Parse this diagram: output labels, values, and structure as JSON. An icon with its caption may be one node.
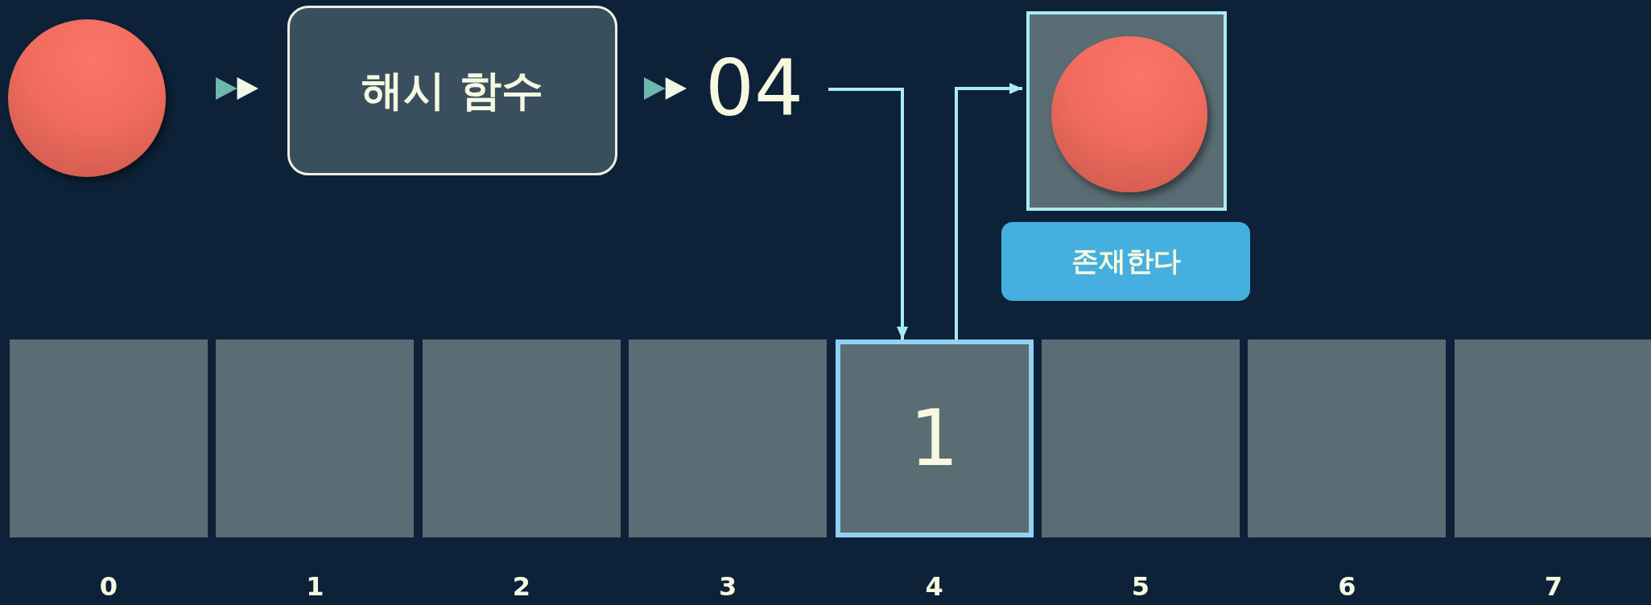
{
  "diagram": {
    "nodes": [
      {
        "text": [],
        "shape": "circle"
      },
      {
        "text": [
          "해시 함수"
        ]
      },
      {
        "text": [
          "04"
        ]
      },
      {
        "text": [],
        "shape": "box"
      },
      {
        "text": [],
        "shape": "circle",
        "in": 3
      },
      {
        "text": [
          "존재한다"
        ]
      },
      {
        "text": [],
        "shape": "box",
        "beside": [
          "0"
        ]
      },
      {
        "text": [],
        "shape": "box",
        "beside": [
          "1"
        ]
      },
      {
        "text": [],
        "shape": "box",
        "beside": [
          "2"
        ]
      },
      {
        "text": [],
        "shape": "box",
        "beside": [
          "3"
        ]
      },
      {
        "text": [
          "1"
        ],
        "beside": [
          "4"
        ]
      },
      {
        "text": [],
        "shape": "box",
        "beside": [
          "5"
        ]
      },
      {
        "text": [],
        "shape": "box",
        "beside": [
          "6"
        ]
      },
      {
        "text": [],
        "shape": "box",
        "beside": [
          "7"
        ]
      }
    ],
    "edges": [
      {
        "from": 0,
        "to": 1,
        "arrow": "to"
      },
      {
        "from": 1,
        "to": 2,
        "arrow": "to"
      },
      {
        "from": 2,
        "to": 10,
        "arrow": "to"
      },
      {
        "from": 10,
        "to": 3,
        "arrow": "to"
      }
    ]
  }
}
